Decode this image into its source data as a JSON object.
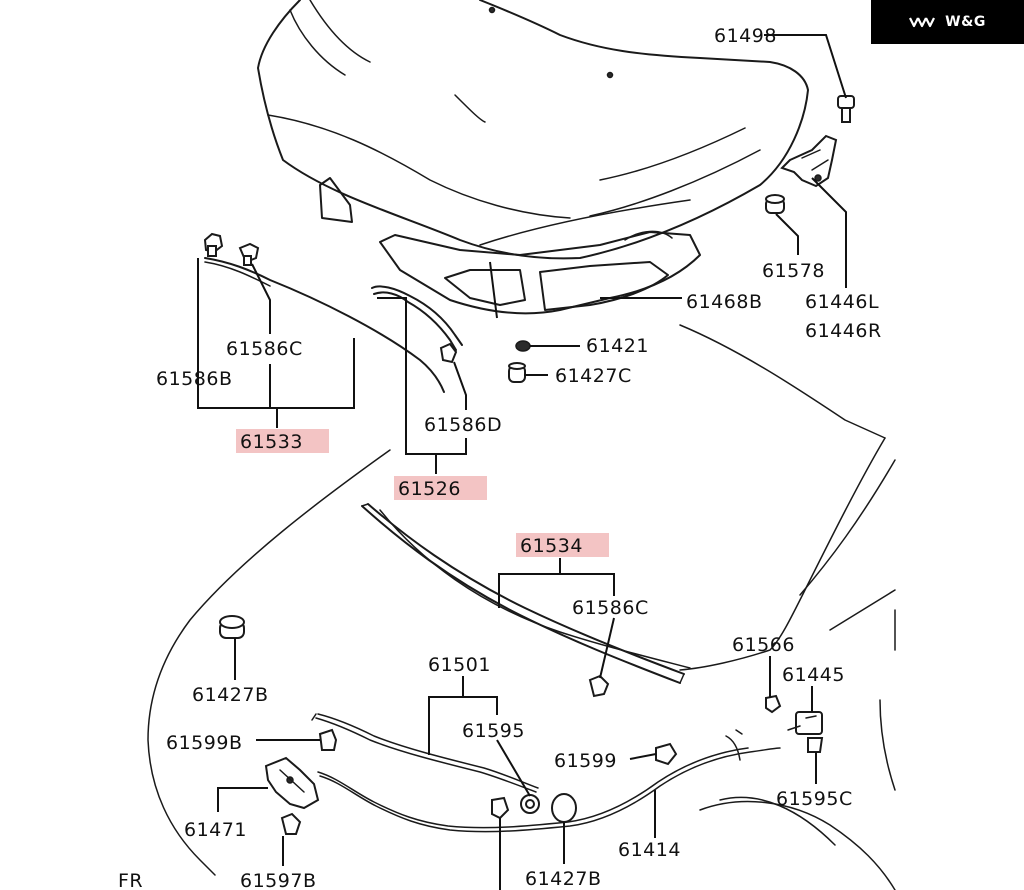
{
  "brand": {
    "logo": "W&G",
    "mark_icon": "wg-chevrons-icon"
  },
  "labels": {
    "p61498": "61498",
    "p61578": "61578",
    "p61446l": "61446L",
    "p61446r": "61446R",
    "p61468b": "61468B",
    "p61421": "61421",
    "p61427c": "61427C",
    "p61586c_top": "61586C",
    "p61586b": "61586B",
    "p61533": "61533",
    "p61586d": "61586D",
    "p61526": "61526",
    "p61534": "61534",
    "p61586c_mid": "61586C",
    "p61566": "61566",
    "p61445": "61445",
    "p61427b_left": "61427B",
    "p61501": "61501",
    "p61595": "61595",
    "p61599b": "61599B",
    "p61599": "61599",
    "p61595c": "61595C",
    "p61471": "61471",
    "p61414": "61414",
    "p61597b": "61597B",
    "p61427b_bottom": "61427B",
    "fr": "FR"
  },
  "colors": {
    "highlight": "#f3c4c4",
    "line": "#1a1a1a",
    "logo_bg": "#000000",
    "logo_text": "#ffffff"
  }
}
